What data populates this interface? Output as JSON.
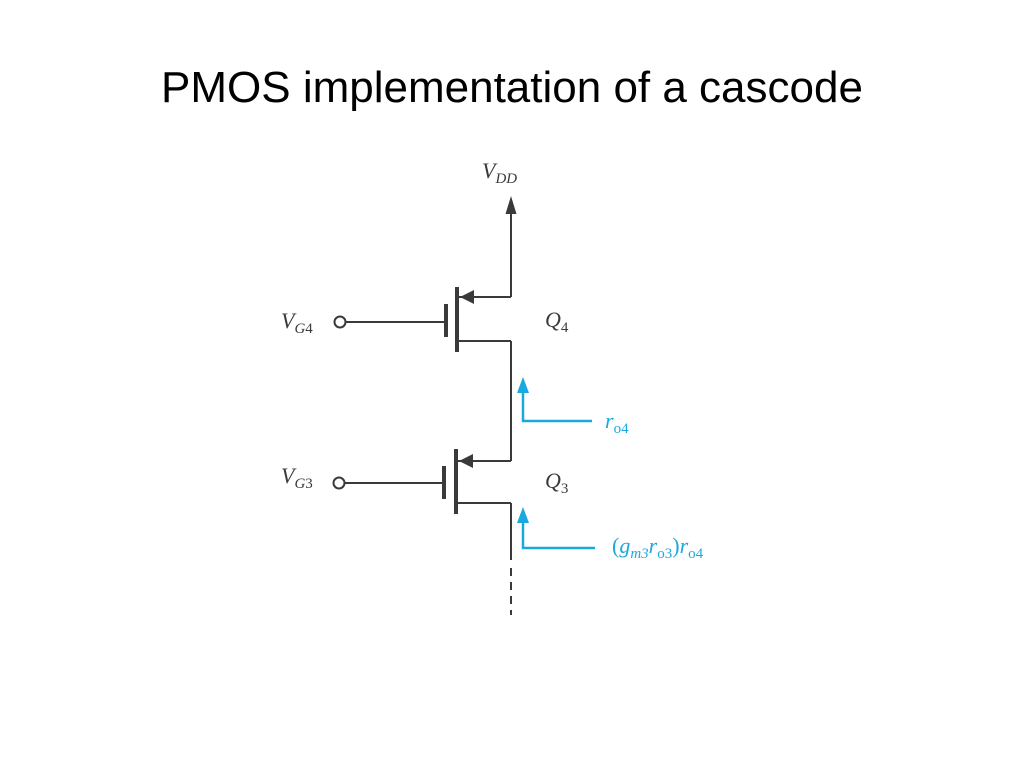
{
  "slide": {
    "title": "PMOS implementation of a cascode"
  },
  "diagram": {
    "supply": {
      "symbol": "V",
      "subscript": "DD"
    },
    "transistors": [
      {
        "name": "Q",
        "index": "4",
        "gate_symbol": "V",
        "gate_subscript": "G",
        "gate_index": "4"
      },
      {
        "name": "Q",
        "index": "3",
        "gate_symbol": "V",
        "gate_subscript": "G",
        "gate_index": "3"
      }
    ],
    "resistance_labels": {
      "ro4": {
        "symbol": "r",
        "subscript": "o4"
      },
      "cascode": {
        "open_paren": "(",
        "gm_symbol": "g",
        "gm_subscript": "m3",
        "ro3_symbol": "r",
        "ro3_subscript": "o3",
        "close_paren": ")",
        "ro4_symbol": "r",
        "ro4_subscript": "o4"
      }
    },
    "colors": {
      "wire": "#3a3a3a",
      "annotation": "#1aa9df"
    }
  }
}
